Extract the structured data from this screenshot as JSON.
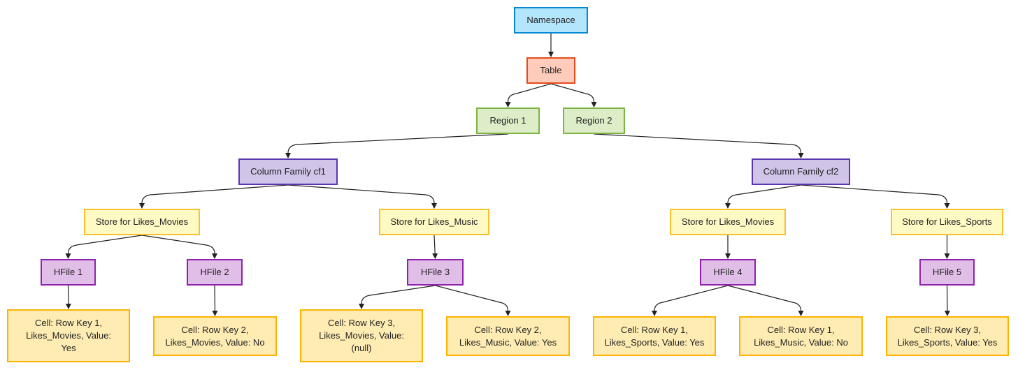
{
  "nodes": {
    "namespace": "Namespace",
    "table": "Table",
    "region1": "Region 1",
    "region2": "Region 2",
    "cf1": "Column Family cf1",
    "cf2": "Column Family cf2",
    "store_cf1_movies": "Store for Likes_Movies",
    "store_cf1_music": "Store for Likes_Music",
    "store_cf2_movies": "Store for Likes_Movies",
    "store_cf2_sports": "Store for Likes_Sports",
    "hfile1": "HFile 1",
    "hfile2": "HFile 2",
    "hfile3": "HFile 3",
    "hfile4": "HFile 4",
    "hfile5": "HFile 5",
    "cell1": "Cell: Row Key 1,\nLikes_Movies, Value:\nYes",
    "cell2": "Cell: Row Key 2,\nLikes_Movies, Value: No",
    "cell3": "Cell: Row Key 3,\nLikes_Movies, Value:\n(null)",
    "cell4": "Cell: Row Key 2,\nLikes_Music, Value: Yes",
    "cell5": "Cell: Row Key 1,\nLikes_Sports, Value: Yes",
    "cell6": "Cell: Row Key 1,\nLikes_Music, Value: No",
    "cell7": "Cell: Row Key 3,\nLikes_Sports, Value: Yes"
  },
  "edges": [
    [
      "namespace",
      "table"
    ],
    [
      "table",
      "region1"
    ],
    [
      "table",
      "region2"
    ],
    [
      "region1",
      "cf1"
    ],
    [
      "region2",
      "cf2"
    ],
    [
      "cf1",
      "store_cf1_movies"
    ],
    [
      "cf1",
      "store_cf1_music"
    ],
    [
      "cf2",
      "store_cf2_movies"
    ],
    [
      "cf2",
      "store_cf2_sports"
    ],
    [
      "store_cf1_movies",
      "hfile1"
    ],
    [
      "store_cf1_movies",
      "hfile2"
    ],
    [
      "store_cf1_music",
      "hfile3"
    ],
    [
      "store_cf2_movies",
      "hfile4"
    ],
    [
      "store_cf2_sports",
      "hfile5"
    ],
    [
      "hfile1",
      "cell1"
    ],
    [
      "hfile2",
      "cell2"
    ],
    [
      "hfile3",
      "cell3"
    ],
    [
      "hfile3",
      "cell4"
    ],
    [
      "hfile4",
      "cell5"
    ],
    [
      "hfile4",
      "cell6"
    ],
    [
      "hfile5",
      "cell7"
    ]
  ]
}
